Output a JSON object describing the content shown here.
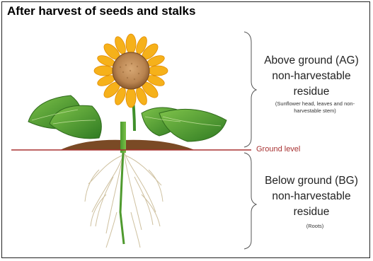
{
  "title": "After harvest of seeds and stalks",
  "above_ground": {
    "line1": "Above ground (AG)",
    "line2": "non-harvestable",
    "line3": "residue",
    "note": "(Sunflower head, leaves and non-harvestable stem)"
  },
  "ground_label": "Ground level",
  "below_ground": {
    "line1": "Below ground (BG)",
    "line2": "non-harvestable",
    "line3": "residue",
    "note": "(Roots)"
  },
  "colors": {
    "ground_line": "#a83232",
    "soil": "#7a4a25",
    "leaf": "#4f9a2e",
    "petal": "#f6b11a",
    "seedhead": "#b8834f"
  },
  "icons": [
    "sunflower-illustration",
    "roots-illustration",
    "brace-icon"
  ]
}
